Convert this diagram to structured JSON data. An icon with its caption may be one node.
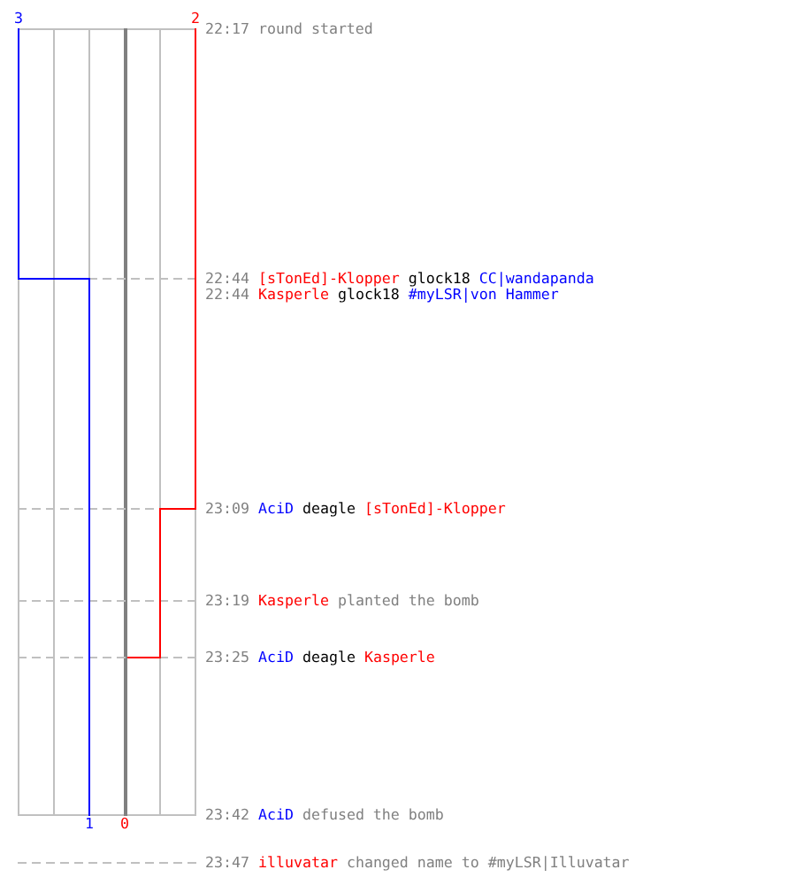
{
  "diagram": {
    "labels": [
      "3",
      "2",
      "22:17",
      "round started",
      "22:44",
      "[sTonEd]-Klopper",
      "glock18",
      "CC|wandapanda",
      "22:44",
      "Kasperle",
      "glock18",
      "#myLSR|von Hammer",
      "23:09",
      "AciD",
      "deagle",
      "[sTonEd]-Klopper",
      "23:19",
      "Kasperle",
      "planted the bomb",
      "23:25",
      "AciD",
      "deagle",
      "Kasperle",
      "23:42",
      "AciD",
      "defused the bomb",
      "1",
      "0",
      "23:47",
      "illuvatar",
      "changed name to #myLSR|Illuvatar"
    ]
  }
}
